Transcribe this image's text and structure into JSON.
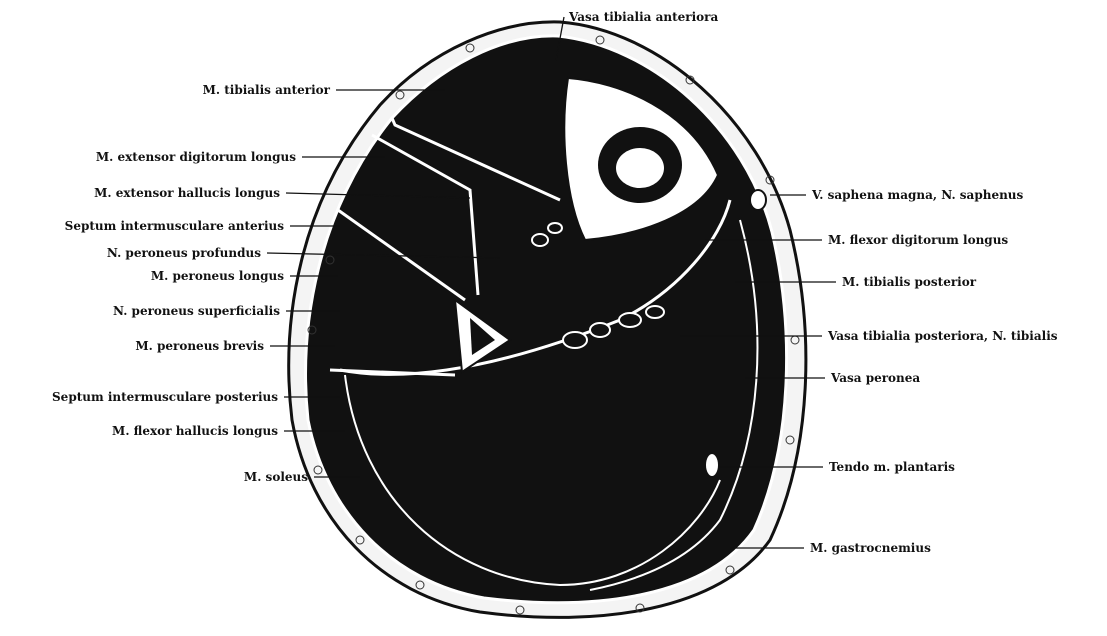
{
  "labels_left": [
    "M. tibialis anterior",
    "M. extensor digitorum longus",
    "M. extensor hallucis longus",
    "Septum intermusculare anterius",
    "N. peroneus profundus",
    "M. peroneus longus",
    "N. peroneus superficialis",
    "M. peroneus brevis",
    "Septum intermusculare posterius",
    "M. flexor hallucis longus",
    "M. soleus"
  ],
  "labels_right": [
    "V. saphena magna, N. saphenus",
    "M. flexor digitorum longus",
    "M. tibialis posterior",
    "Vasa tibialia posteriora, N. tibialis",
    "Vasa peronea",
    "Tendo m. plantaris",
    "M. gastrocnemius"
  ],
  "label_top": "Vasa tibialia anteriora"
}
